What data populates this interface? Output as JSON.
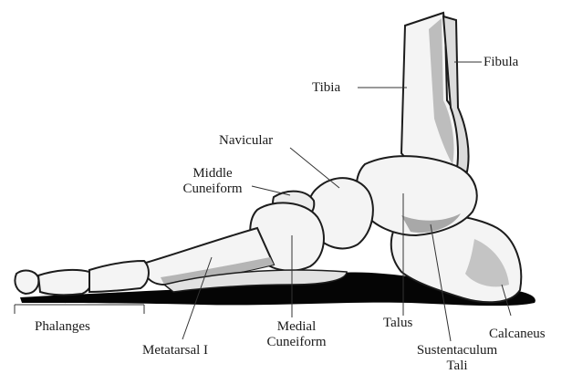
{
  "labels": {
    "fibula": "Fibula",
    "tibia": "Tibia",
    "navicular": "Navicular",
    "middle_cuneiform_1": "Middle",
    "middle_cuneiform_2": "Cuneiform",
    "phalanges": "Phalanges",
    "metatarsal_1": "Metatarsal I",
    "medial_cuneiform_1": "Medial",
    "medial_cuneiform_2": "Cuneiform",
    "talus": "Talus",
    "sustentaculum_1": "Sustentaculum",
    "sustentaculum_2": "Tali",
    "calcaneus": "Calcaneus"
  },
  "colors": {
    "bone_fill": "#f4f4f4",
    "bone_shade": "#b5b5b5",
    "outline": "#1c1c1c",
    "shadow": "#050505",
    "leader": "#333333"
  }
}
